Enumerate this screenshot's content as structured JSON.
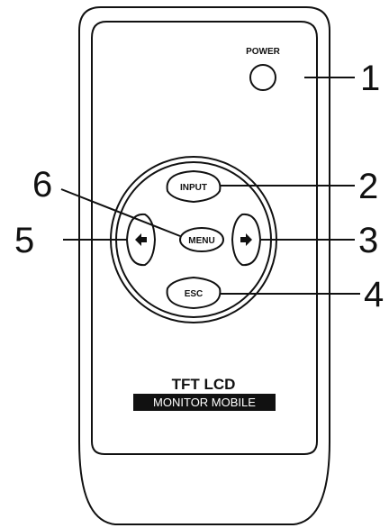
{
  "remote": {
    "power_label": "POWER",
    "buttons": {
      "input": "INPUT",
      "menu": "MENU",
      "esc": "ESC"
    },
    "brand_title": "TFT LCD",
    "brand_subtitle": "MONITOR MOBILE"
  },
  "callouts": {
    "c1": "1",
    "c2": "2",
    "c3": "3",
    "c4": "4",
    "c5": "5",
    "c6": "6"
  }
}
